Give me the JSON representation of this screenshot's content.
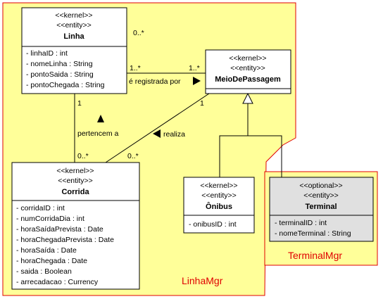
{
  "packages": {
    "linha_mgr": {
      "name": "LinhaMgr",
      "fill": "#ffff99",
      "stroke": "#e00000"
    },
    "terminal_mgr": {
      "name": "TerminalMgr",
      "fill": "#ffff99",
      "stroke": "#e00000"
    }
  },
  "classes": {
    "linha": {
      "stereotypes": [
        "<<kernel>>",
        "<<entity>>"
      ],
      "name": "Linha",
      "attributes": [
        "- linhaID : int",
        "- nomeLinha : String",
        "- pontoSaida : String",
        "- pontoChegada : String"
      ]
    },
    "meio": {
      "stereotypes": [
        "<<kernel>>",
        "<<entity>>"
      ],
      "name": "MeioDePassagem",
      "attributes": []
    },
    "corrida": {
      "stereotypes": [
        "<<kernel>>",
        "<<entity>>"
      ],
      "name": "Corrida",
      "attributes": [
        "- corridaID : int",
        "- numCorridaDia : int",
        "- horaSaídaPrevista : Date",
        "- horaChegadaPrevista : Date",
        "- horaSaída : Date",
        "- horaChegada : Date",
        "- saida : Boolean",
        "- arrecadacao : Currency"
      ]
    },
    "onibus": {
      "stereotypes": [
        "<<kernel>>",
        "<<entity>>"
      ],
      "name": "Ônibus",
      "attributes": [
        "- onibusID : int"
      ]
    },
    "terminal": {
      "stereotypes": [
        "<<optional>>",
        "<<entity>>"
      ],
      "name": "Terminal",
      "attributes": [
        "- terminalID : int",
        "- nomeTerminal : String"
      ],
      "fill": "#e0e0e0"
    }
  },
  "associations": {
    "registrada": {
      "label": "é registrada por",
      "mult_linha": "1..*",
      "mult_meio": "1..*",
      "mult_linha_top": "0..*"
    },
    "pertencem": {
      "label": "pertencem a",
      "mult_linha": "1",
      "mult_corrida": "0..*"
    },
    "realiza": {
      "label": "realiza",
      "mult_meio": "1",
      "mult_corrida": "0..*"
    }
  }
}
